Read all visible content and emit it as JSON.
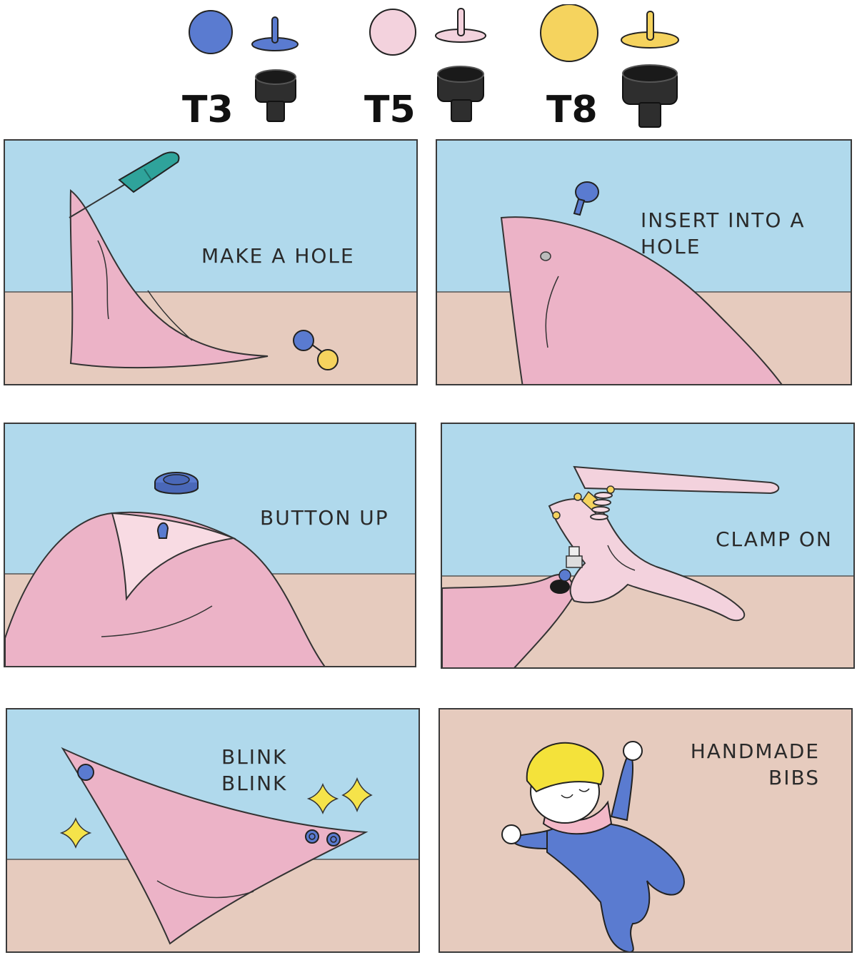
{
  "sizes": [
    {
      "label": "T3",
      "color": "#5a7bd0"
    },
    {
      "label": "T5",
      "color": "#f3d2dd"
    },
    {
      "label": "T8",
      "color": "#f5d35e"
    }
  ],
  "steps": [
    {
      "text": "MAKE A HOLE"
    },
    {
      "text": "INSERT INTO A\nHOLE"
    },
    {
      "text": "BUTTON UP"
    },
    {
      "text": "CLAMP ON"
    },
    {
      "text": "BLINK\nBLINK"
    },
    {
      "text": "HANDMADE\nBIBS"
    }
  ],
  "colors": {
    "sky": "#b0d9ec",
    "floor": "#e6cbbe",
    "fabric": "#ecb3c7",
    "blue": "#5a7bd0",
    "yellow": "#f5d35e",
    "pink_light": "#f3d2dd",
    "black_part": "#2e2e2e",
    "teal": "#2fa39b"
  },
  "icons": [
    "cap-stud-icon",
    "socket-icon",
    "awl-icon",
    "snap-pliers-icon",
    "sparkle-icon",
    "baby-icon"
  ]
}
